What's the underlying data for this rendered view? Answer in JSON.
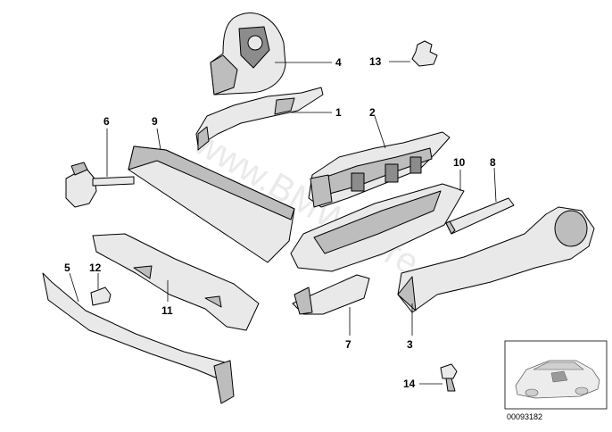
{
  "watermark": "www.BMWstore.pl",
  "doc_number": "00093182",
  "callouts": {
    "p1": "1",
    "p2": "2",
    "p3": "3",
    "p4": "4",
    "p5": "5",
    "p6": "6",
    "p7": "7",
    "p8": "8",
    "p9": "9",
    "p10": "10",
    "p11": "11",
    "p12": "12",
    "p13": "13",
    "p14": "14"
  },
  "icons": {
    "thumbnail": "car-thumbnail-icon"
  }
}
